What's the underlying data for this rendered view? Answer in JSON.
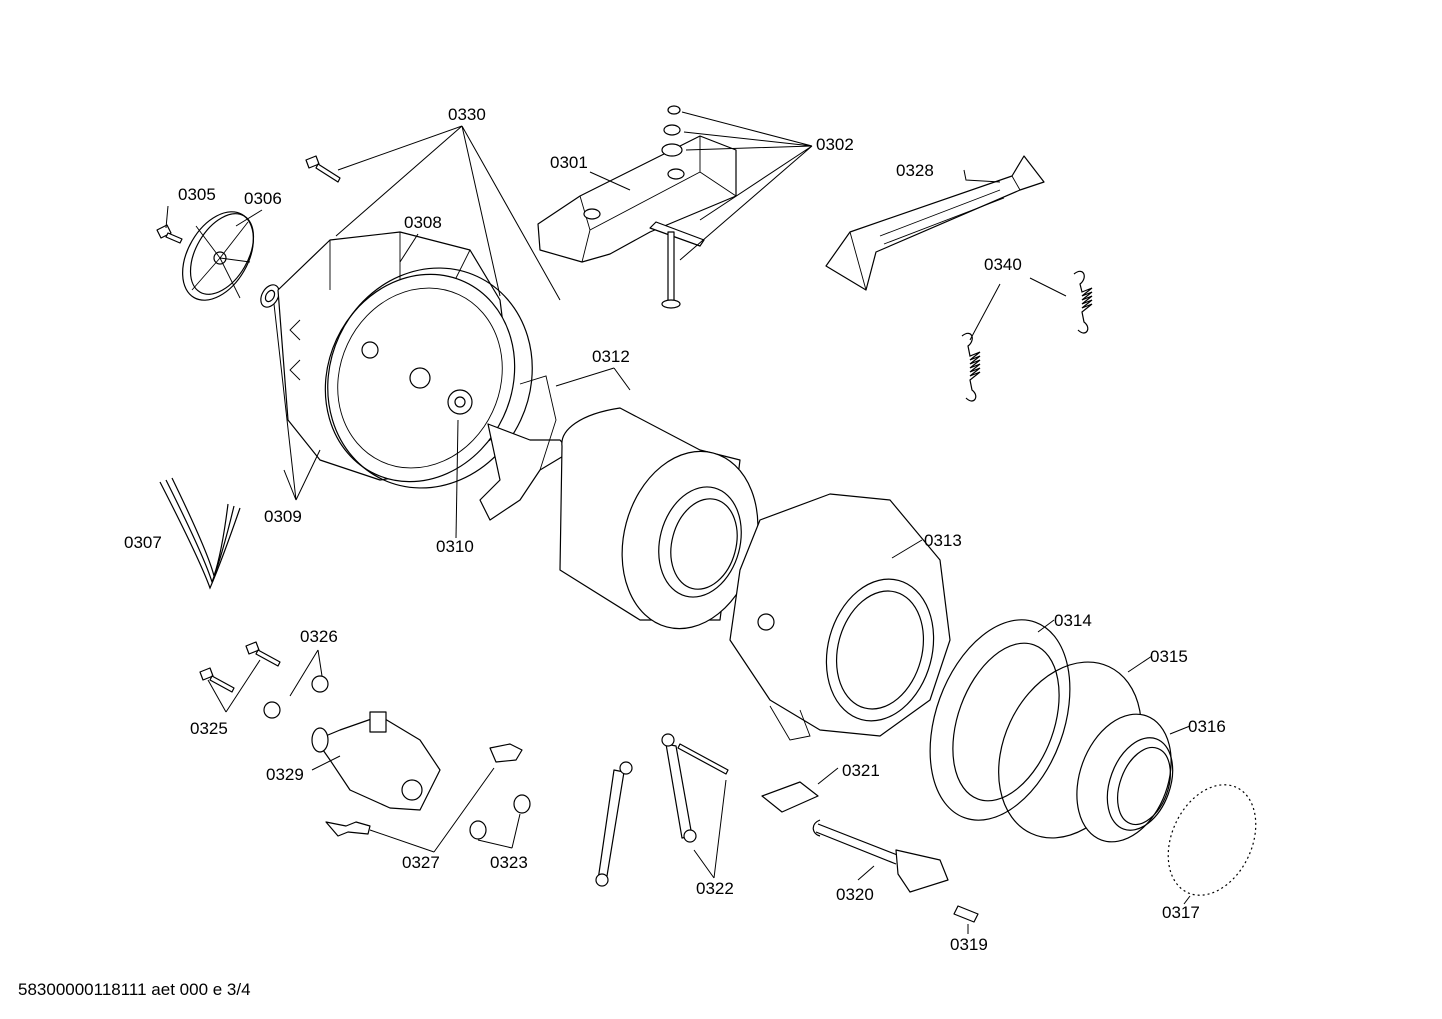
{
  "labels": {
    "p0301": "0301",
    "p0302": "0302",
    "p0305": "0305",
    "p0306": "0306",
    "p0307": "0307",
    "p0308": "0308",
    "p0309": "0309",
    "p0310": "0310",
    "p0312": "0312",
    "p0313": "0313",
    "p0314": "0314",
    "p0315": "0315",
    "p0316": "0316",
    "p0317": "0317",
    "p0319": "0319",
    "p0320": "0320",
    "p0321": "0321",
    "p0322": "0322",
    "p0323": "0323",
    "p0325": "0325",
    "p0326": "0326",
    "p0327": "0327",
    "p0328": "0328",
    "p0329": "0329",
    "p0330": "0330",
    "p0340": "0340"
  },
  "footer": "58300000118111 aet 000 e 3/4"
}
